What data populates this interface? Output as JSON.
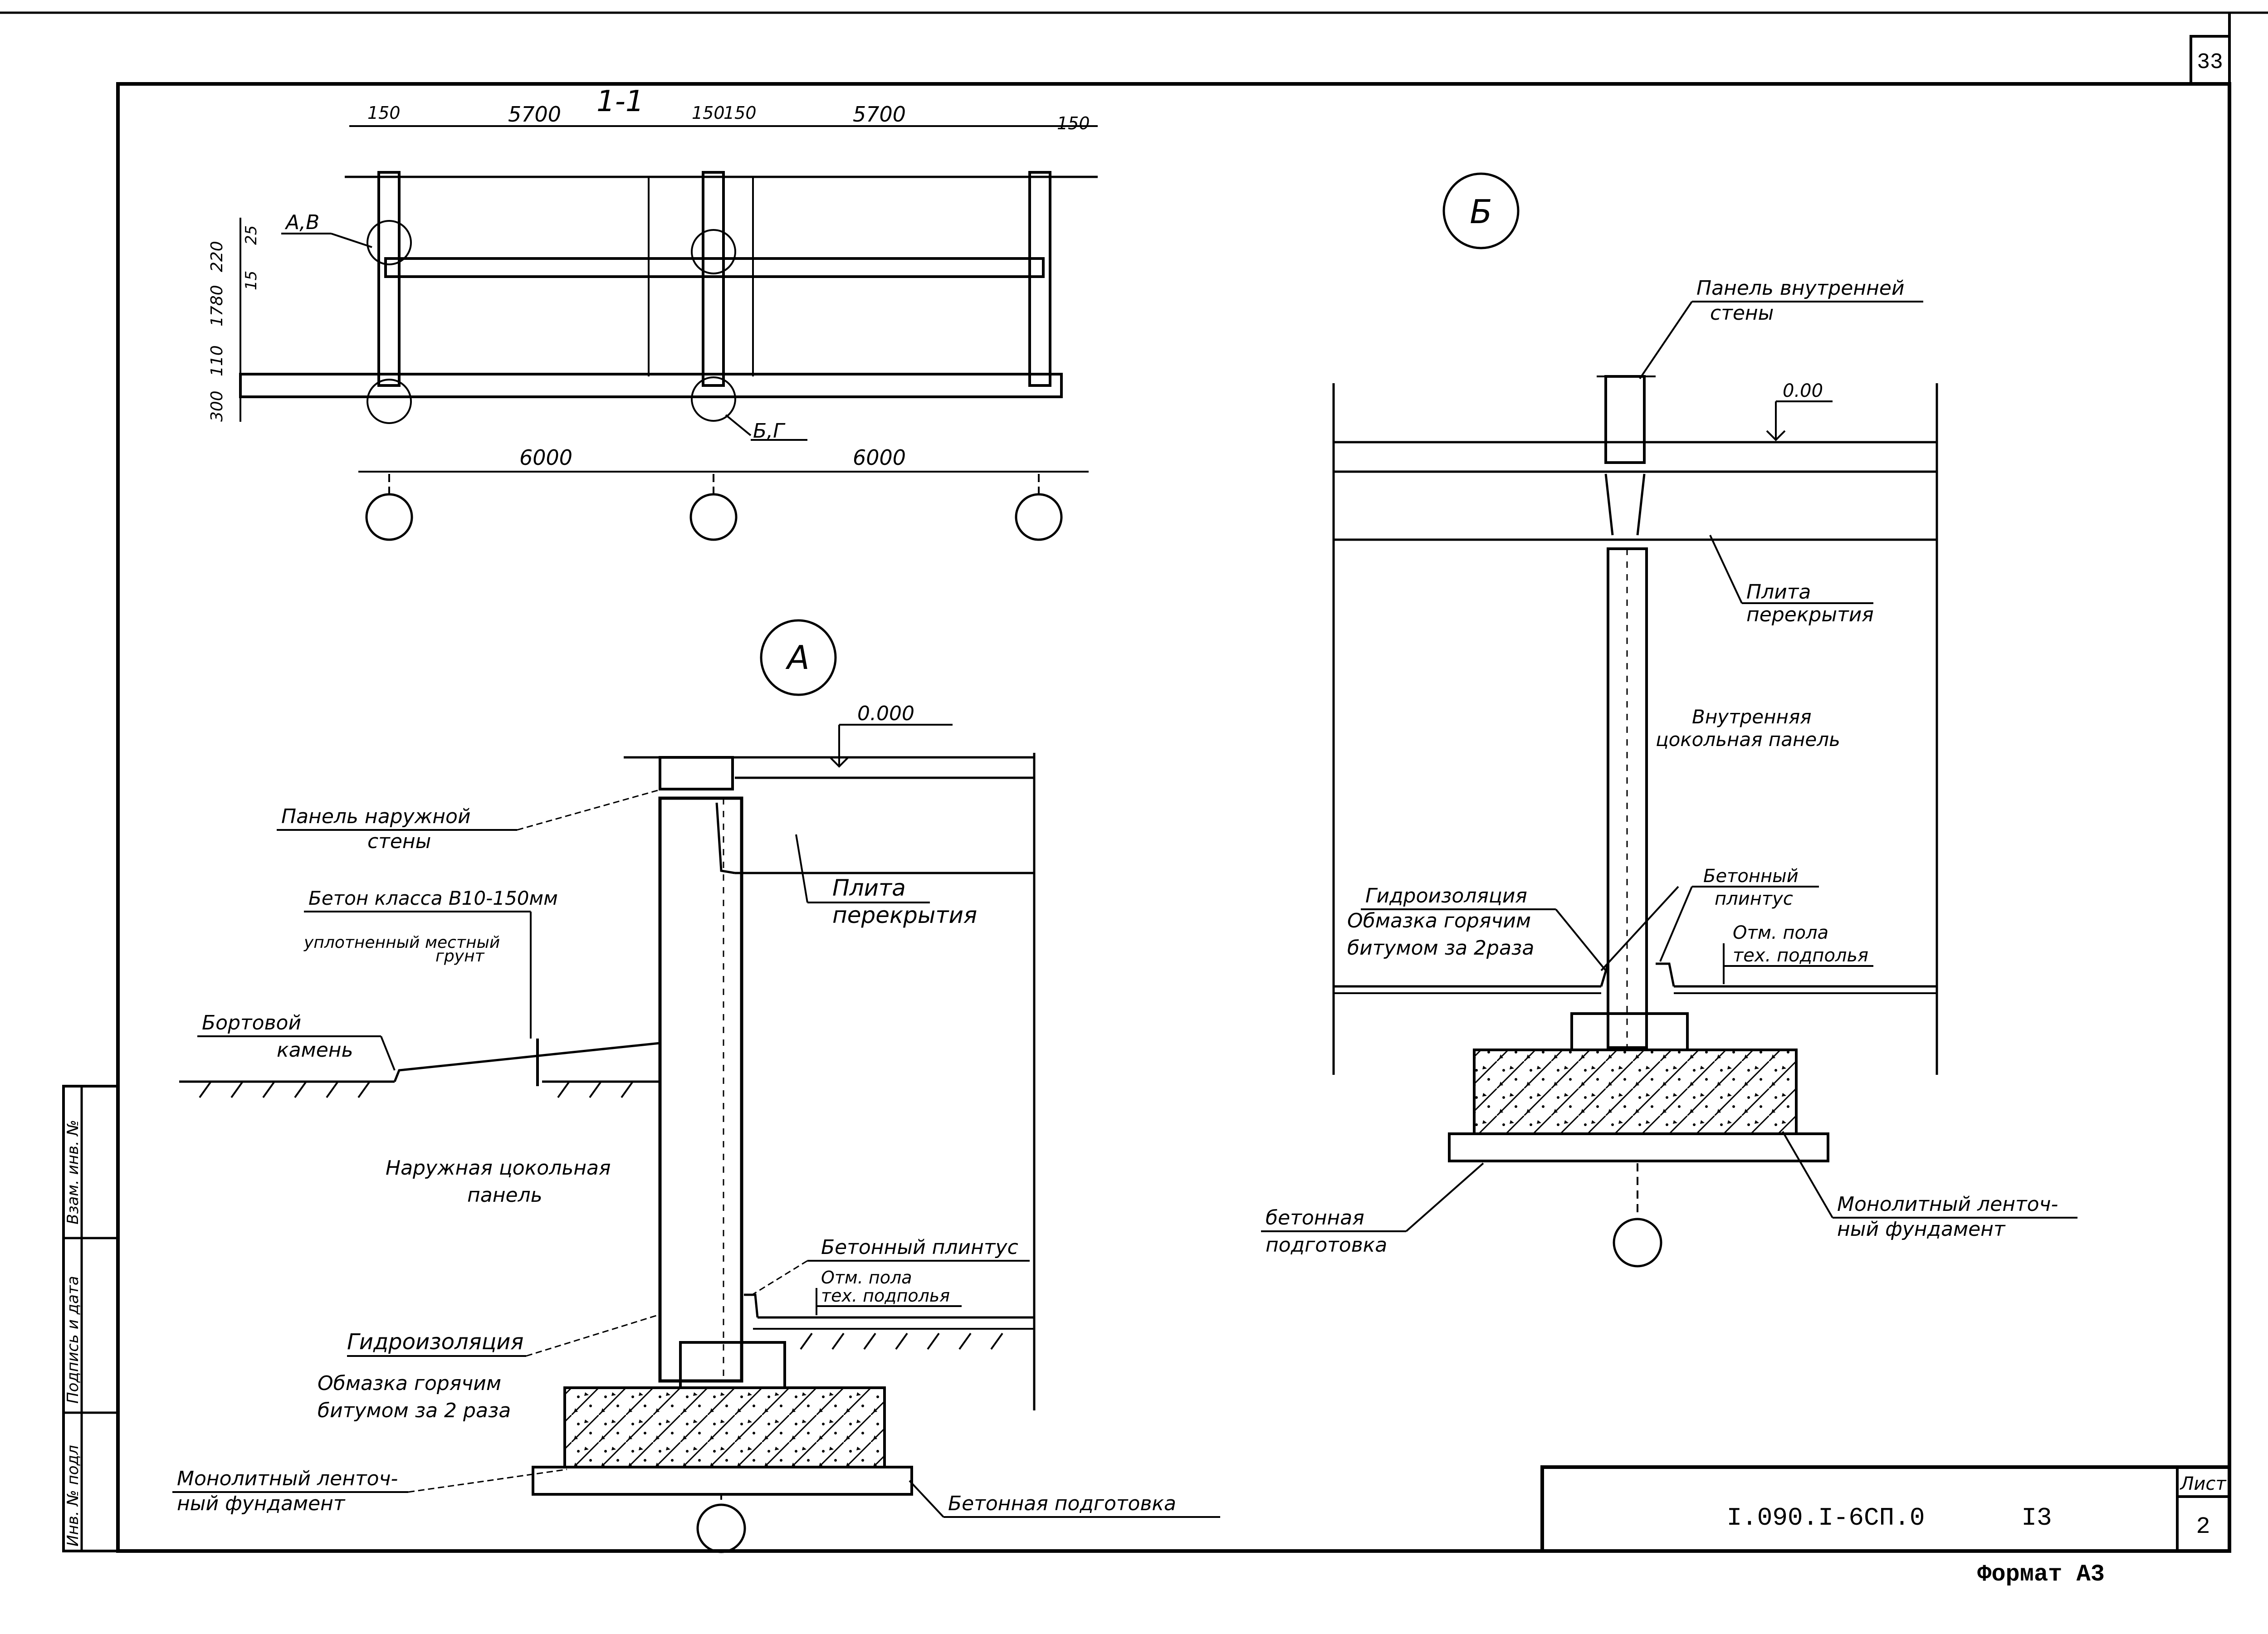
{
  "sheet": {
    "page_number": "33",
    "format": "Формат А3",
    "title_block": {
      "code": "I.090.I-6СП.0",
      "number": "I3",
      "sheet_label": "Лист",
      "sheet_number": "2"
    },
    "side_stamp": {
      "inv_orig": "Инв. № подл",
      "sign_date": "Подпись и дата",
      "inv_repl": "Взам. инв. №"
    }
  },
  "section_1_1": {
    "title": "1-1",
    "top_dims": [
      "150",
      "5700",
      "150",
      "150",
      "5700",
      "150"
    ],
    "bottom_dims": [
      "6000",
      "6000"
    ],
    "height_dims": [
      "220",
      "25",
      "15",
      "1780",
      "110",
      "300"
    ],
    "callout_av": "А,В",
    "callout_bg": "Б,Г"
  },
  "detail_a": {
    "marker": "А",
    "level": "0.000",
    "labels": {
      "outer_panel": [
        "Панель наружной",
        "стены"
      ],
      "concrete": "Бетон класса В10-150мм",
      "soil": [
        "уплотненный местный",
        "грунт"
      ],
      "curb": [
        "Бортовой",
        "камень"
      ],
      "slab": [
        "Плита",
        "перекрытия"
      ],
      "plinth_panel": [
        "Наружная цокольная",
        "панель"
      ],
      "skirting": "Бетонный плинтус",
      "floor_mark": [
        "Отм. пола",
        "тех. подполья"
      ],
      "waterproof": "Гидроизоляция",
      "coating": [
        "Обмазка горячим",
        "битумом за 2 раза"
      ],
      "foundation": [
        "Монолитный ленточ-",
        "ный фундамент"
      ],
      "base": "Бетонная подготовка"
    }
  },
  "detail_b": {
    "marker": "Б",
    "level": "0.00",
    "labels": {
      "inner_panel": [
        "Панель внутренней",
        "стены"
      ],
      "slab": [
        "Плита",
        "перекрытия"
      ],
      "plinth_panel": [
        "Внутренняя",
        "цокольная панель"
      ],
      "waterproof": [
        "Гидроизоляция",
        "Обмазка горячим",
        "битумом за 2раза"
      ],
      "skirting": [
        "Бетонный",
        "плинтус"
      ],
      "floor_mark": [
        "Отм. пола",
        "тех. подполья"
      ],
      "base": [
        "бетонная",
        "подготовка"
      ],
      "foundation": [
        "Монолитный ленточ-",
        "ный фундамент"
      ]
    }
  }
}
